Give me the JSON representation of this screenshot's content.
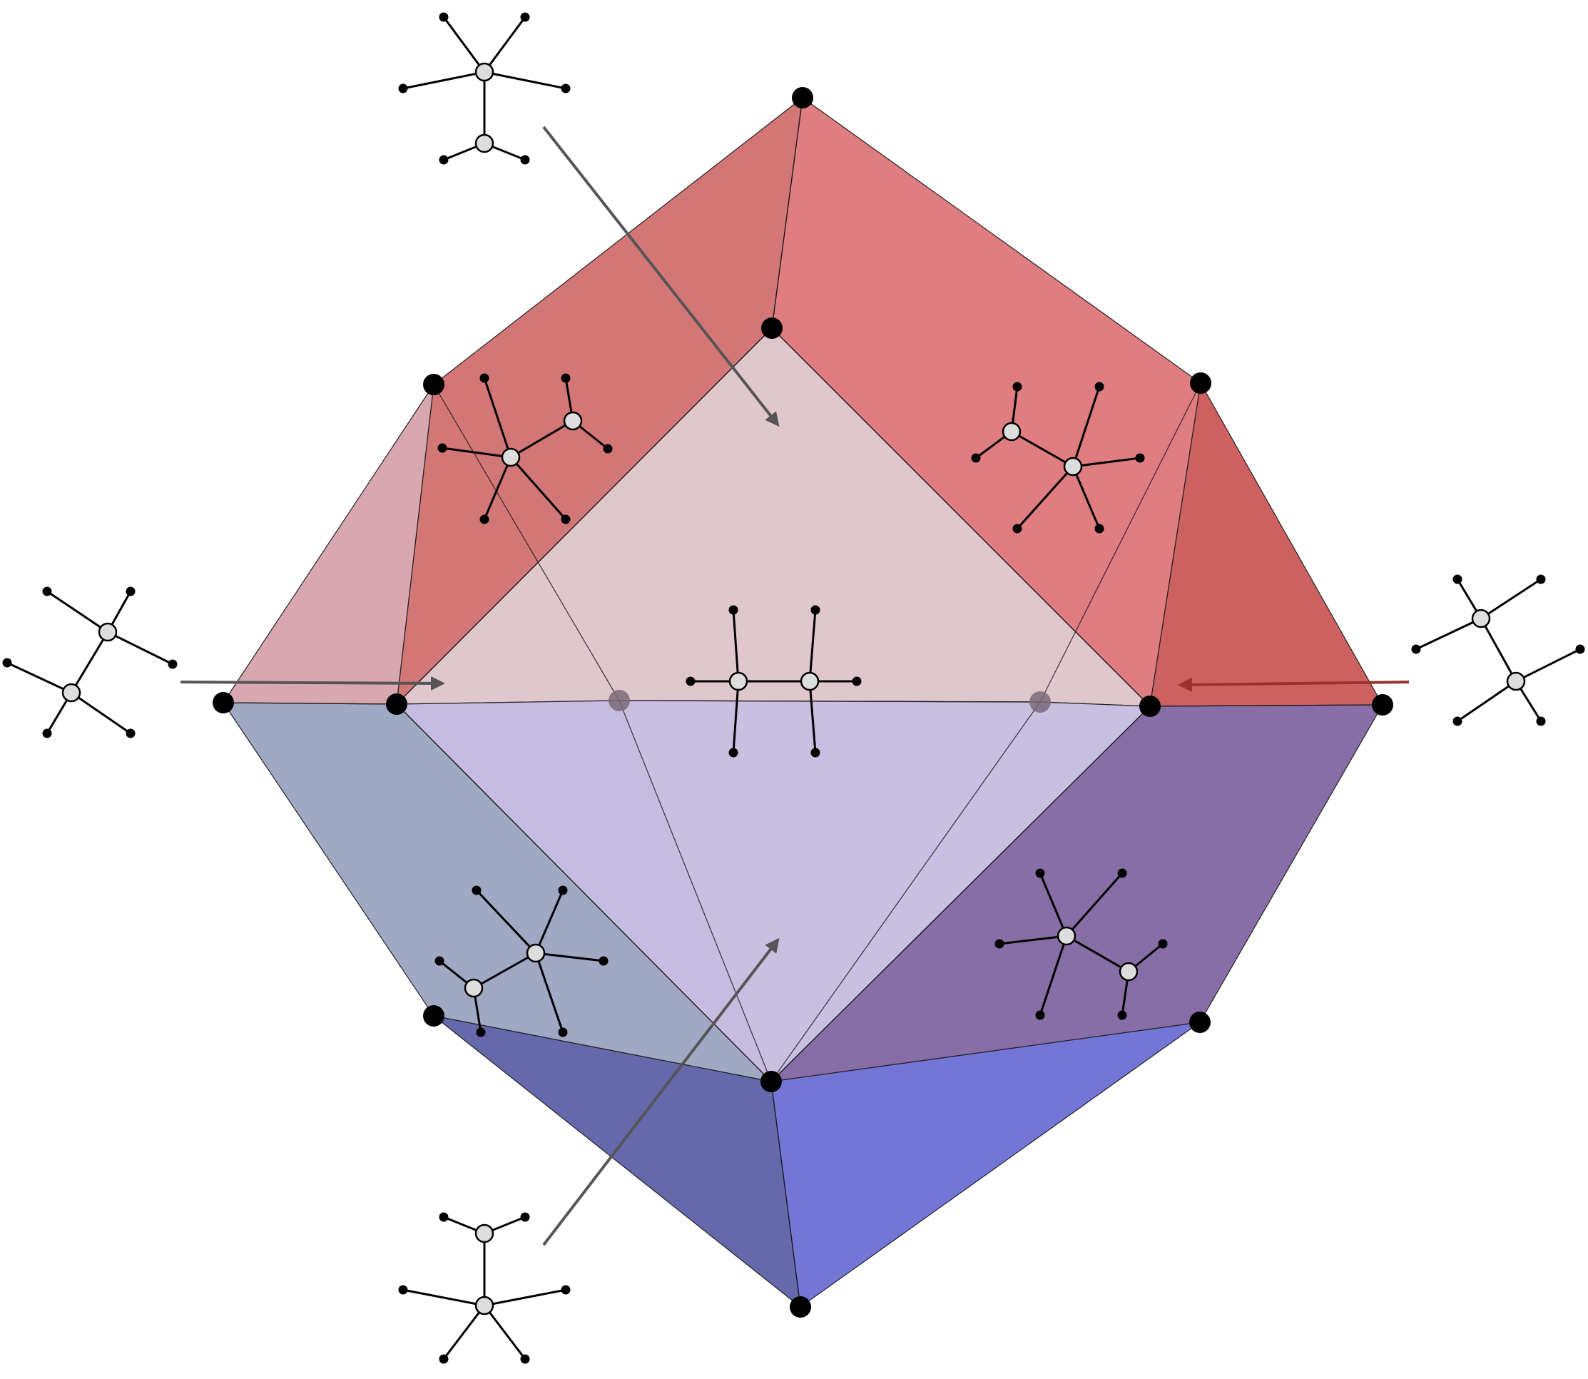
{
  "diagram": {
    "kind": "polytope-of-trees",
    "colors": {
      "background": "#ffffff",
      "red_dark": "#c7504f",
      "red_light": "#d9666a",
      "pink": "#cc8a96",
      "blue": "#5a5ed0",
      "navy": "#4a4e9c",
      "grey_blue": "#7f8caf",
      "purple": "#6a4a90",
      "center_pink": "#d8b8c0",
      "center_lavender": "#c0b4dc",
      "left_fill": "#dcd6e6",
      "vertex": "#000000",
      "tree_internal_node": "#dddddd",
      "arrow_grey": "#555555",
      "arrow_red": "#9a3030"
    },
    "faces": [
      {
        "name": "top-left-face",
        "color": "red_dark"
      },
      {
        "name": "top-right-face",
        "color": "red_light"
      },
      {
        "name": "upper-left-face",
        "color": "pink"
      },
      {
        "name": "upper-right-face",
        "color": "red_dark"
      },
      {
        "name": "lower-left-face",
        "color": "grey_blue"
      },
      {
        "name": "lower-right-face",
        "color": "purple"
      },
      {
        "name": "bottom-left-face",
        "color": "navy"
      },
      {
        "name": "bottom-right-face",
        "color": "blue"
      },
      {
        "name": "center-top-face",
        "color": "center_pink"
      },
      {
        "name": "center-bottom-face",
        "color": "center_lavender"
      }
    ],
    "vertex_count": 12,
    "trees": [
      {
        "name": "tree-outer-top",
        "internal_nodes": 2,
        "leaves": 6
      },
      {
        "name": "tree-outer-bottom",
        "internal_nodes": 2,
        "leaves": 6
      },
      {
        "name": "tree-outer-left",
        "internal_nodes": 2,
        "leaves": 6
      },
      {
        "name": "tree-outer-right",
        "internal_nodes": 2,
        "leaves": 6
      },
      {
        "name": "tree-upper-left",
        "internal_nodes": 2,
        "leaves": 6
      },
      {
        "name": "tree-upper-right",
        "internal_nodes": 2,
        "leaves": 6
      },
      {
        "name": "tree-lower-left",
        "internal_nodes": 2,
        "leaves": 6
      },
      {
        "name": "tree-lower-right",
        "internal_nodes": 2,
        "leaves": 6
      },
      {
        "name": "tree-center",
        "internal_nodes": 2,
        "leaves": 6
      }
    ],
    "arrows": [
      {
        "name": "arrow-top",
        "color": "arrow_grey"
      },
      {
        "name": "arrow-bottom",
        "color": "arrow_grey"
      },
      {
        "name": "arrow-left",
        "color": "arrow_grey"
      },
      {
        "name": "arrow-right",
        "color": "arrow_red"
      }
    ]
  }
}
